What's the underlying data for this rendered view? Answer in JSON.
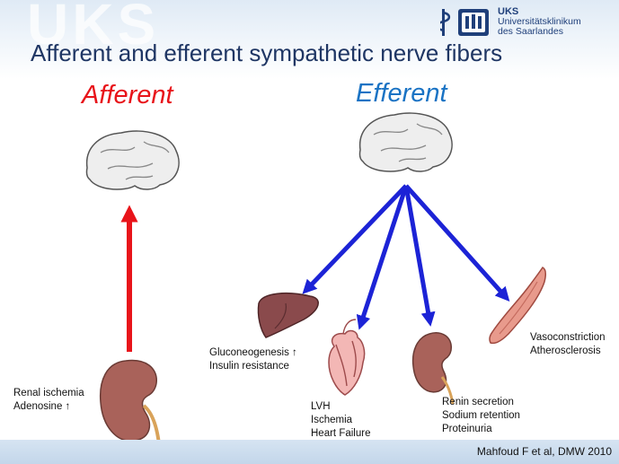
{
  "header": {
    "watermark": "UKS",
    "logo": {
      "abbr": "UKS",
      "line1": "Universitätsklinikum",
      "line2": "des Saarlandes"
    },
    "title": "Afferent and efferent sympathetic nerve fibers"
  },
  "afferent": {
    "heading": "Afferent",
    "kidney_label": [
      "Renal ischemia",
      "Adenosine ↑"
    ]
  },
  "efferent": {
    "heading": "Efferent",
    "liver_label": [
      "Gluconeogenesis ↑",
      "Insulin resistance"
    ],
    "heart_label": [
      "LVH",
      "Ischemia",
      "Heart Failure"
    ],
    "kidney_label": [
      "Renin secretion",
      "Sodium retention",
      "Proteinuria"
    ],
    "vessel_label": [
      "Vasoconstriction",
      "Atherosclerosis"
    ]
  },
  "footer": {
    "citation": "Mahfoud F et al, DMW 2010"
  },
  "colors": {
    "afferent_arrow": "#e8141a",
    "efferent_arrow": "#1c23d6",
    "title": "#1f3664",
    "efferent_heading": "#1a73c4"
  }
}
